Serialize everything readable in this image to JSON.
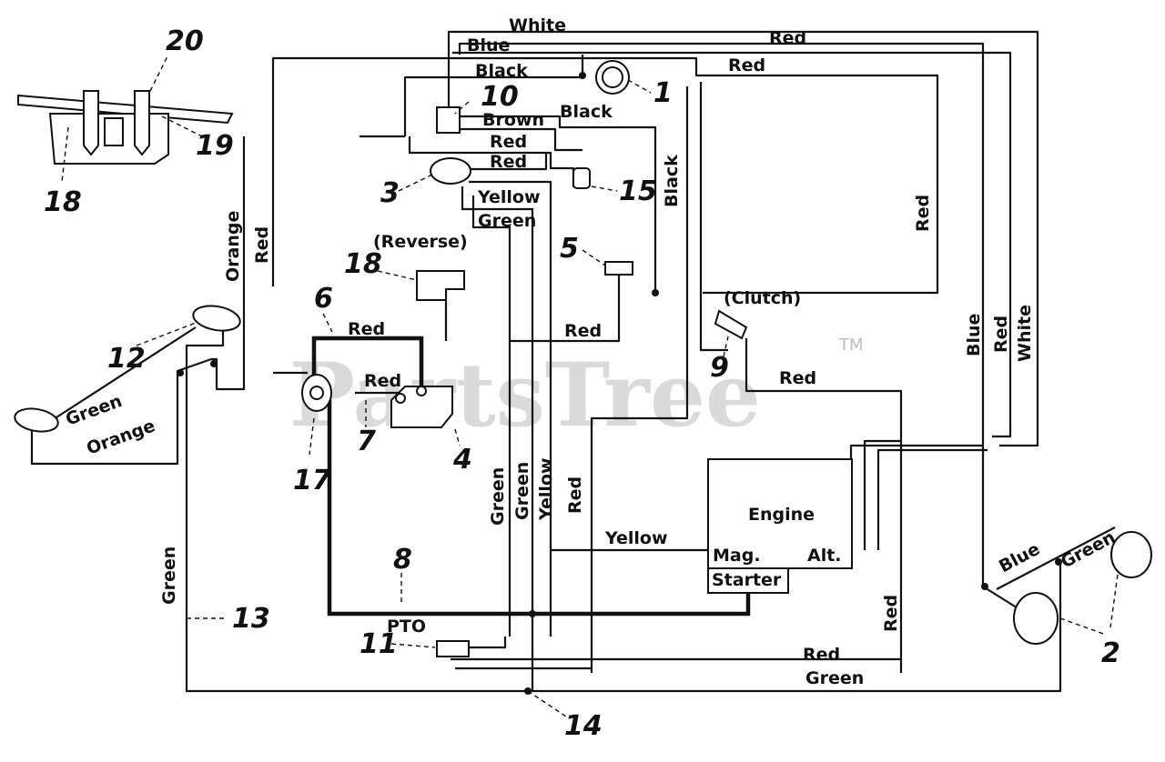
{
  "watermark": {
    "text": "PartsTree",
    "tm": "TM"
  },
  "wires": {
    "white_top": "White",
    "blue_top": "Blue",
    "red_top": "Red",
    "black_top": "Black",
    "red_gauge": "Red",
    "brown": "Brown",
    "black_mid": "Black",
    "red_a": "Red",
    "red_b": "Red",
    "yellow_3": "Yellow",
    "green_3": "Green",
    "black_vert": "Black",
    "red_right": "Red",
    "orange_left": "Orange",
    "red_left": "Red",
    "red_6": "Red",
    "red_5": "Red",
    "red_7": "Red",
    "red_9": "Red",
    "green_light": "Green",
    "orange_light": "Orange",
    "green_v1": "Green",
    "green_v2": "Green",
    "yellow_v": "Yellow",
    "red_v": "Red",
    "yellow_mag": "Yellow",
    "green_13": "Green",
    "red_eng": "Red",
    "red_bottom": "Red",
    "green_bottom": "Green",
    "blue_right": "Blue",
    "red_right2": "Red",
    "white_right": "White",
    "blue_head": "Blue",
    "green_head": "Green"
  },
  "components": {
    "reverse": "(Reverse)",
    "clutch": "(Clutch)",
    "pto": "PTO",
    "engine": "Engine",
    "mag": "Mag.",
    "alt": "Alt.",
    "starter": "Starter"
  },
  "callouts": [
    "1",
    "2",
    "3",
    "4",
    "5",
    "6",
    "7",
    "8",
    "9",
    "10",
    "11",
    "12",
    "13",
    "14",
    "15",
    "17",
    "18",
    "18",
    "19",
    "20"
  ]
}
